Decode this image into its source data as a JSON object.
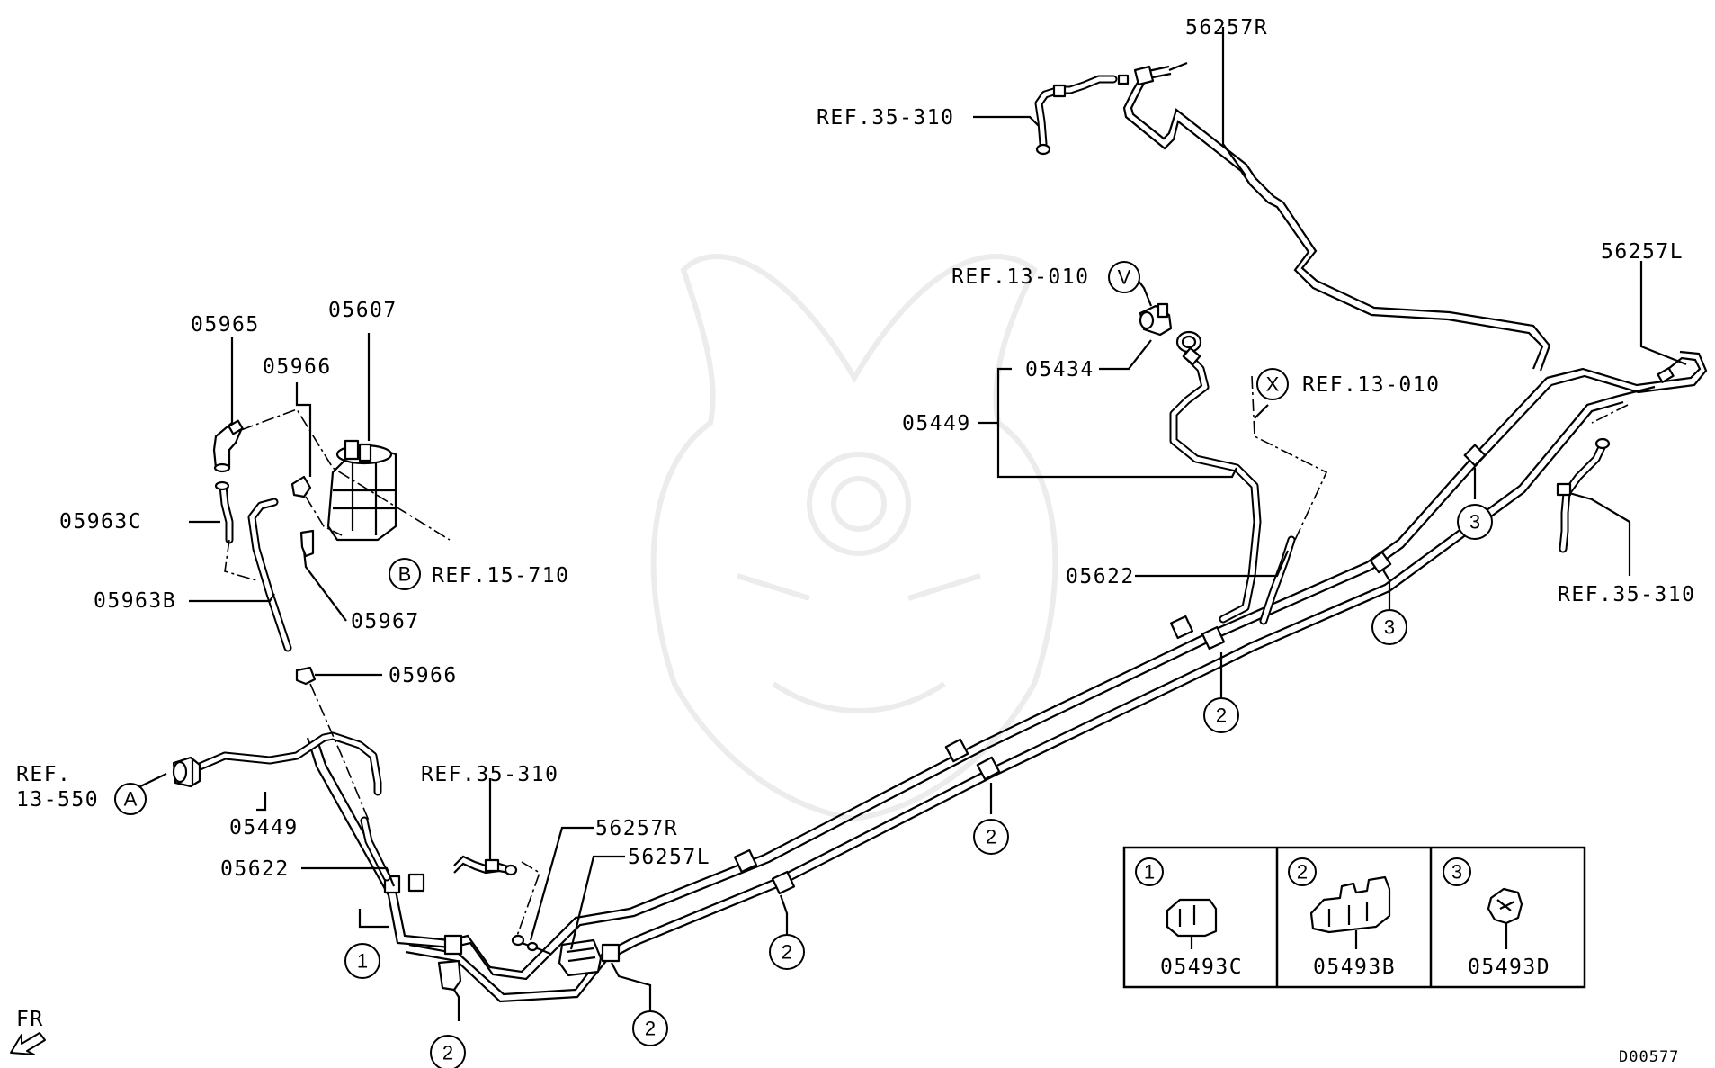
{
  "diagram": {
    "id_code": "D00577",
    "direction_label": "FR",
    "parts": {
      "p05965": "05965",
      "p05607": "05607",
      "p05966_top": "05966",
      "p05963C": "05963C",
      "p05963B": "05963B",
      "p05967": "05967",
      "p05966_bot": "05966",
      "p05449_left": "05449",
      "p05622_left": "05622",
      "p56257R_mid": "56257R",
      "p56257L_mid": "56257L",
      "p56257R_top": "56257R",
      "p56257L_right": "56257L",
      "p05434": "05434",
      "p05449_mid": "05449",
      "p05622_right": "05622"
    },
    "refs": {
      "ref_B": "REF.15-710",
      "ref_A_line1": "REF.",
      "ref_A_line2": "13-550",
      "ref_35_310_mid": "REF.35-310",
      "ref_35_310_top": "REF.35-310",
      "ref_35_310_right": "REF.35-310",
      "ref_V": "REF.13-010",
      "ref_X": "REF.13-010"
    },
    "letters": {
      "A": "A",
      "B": "B",
      "V": "V",
      "X": "X"
    },
    "callouts": {
      "c1": "1",
      "c2a": "2",
      "c2b": "2",
      "c2c": "2",
      "c2d": "2",
      "c2e": "2",
      "c3a": "3",
      "c3b": "3"
    },
    "legend": [
      {
        "num": "1",
        "part": "05493C"
      },
      {
        "num": "2",
        "part": "05493B"
      },
      {
        "num": "3",
        "part": "05493D"
      }
    ]
  }
}
